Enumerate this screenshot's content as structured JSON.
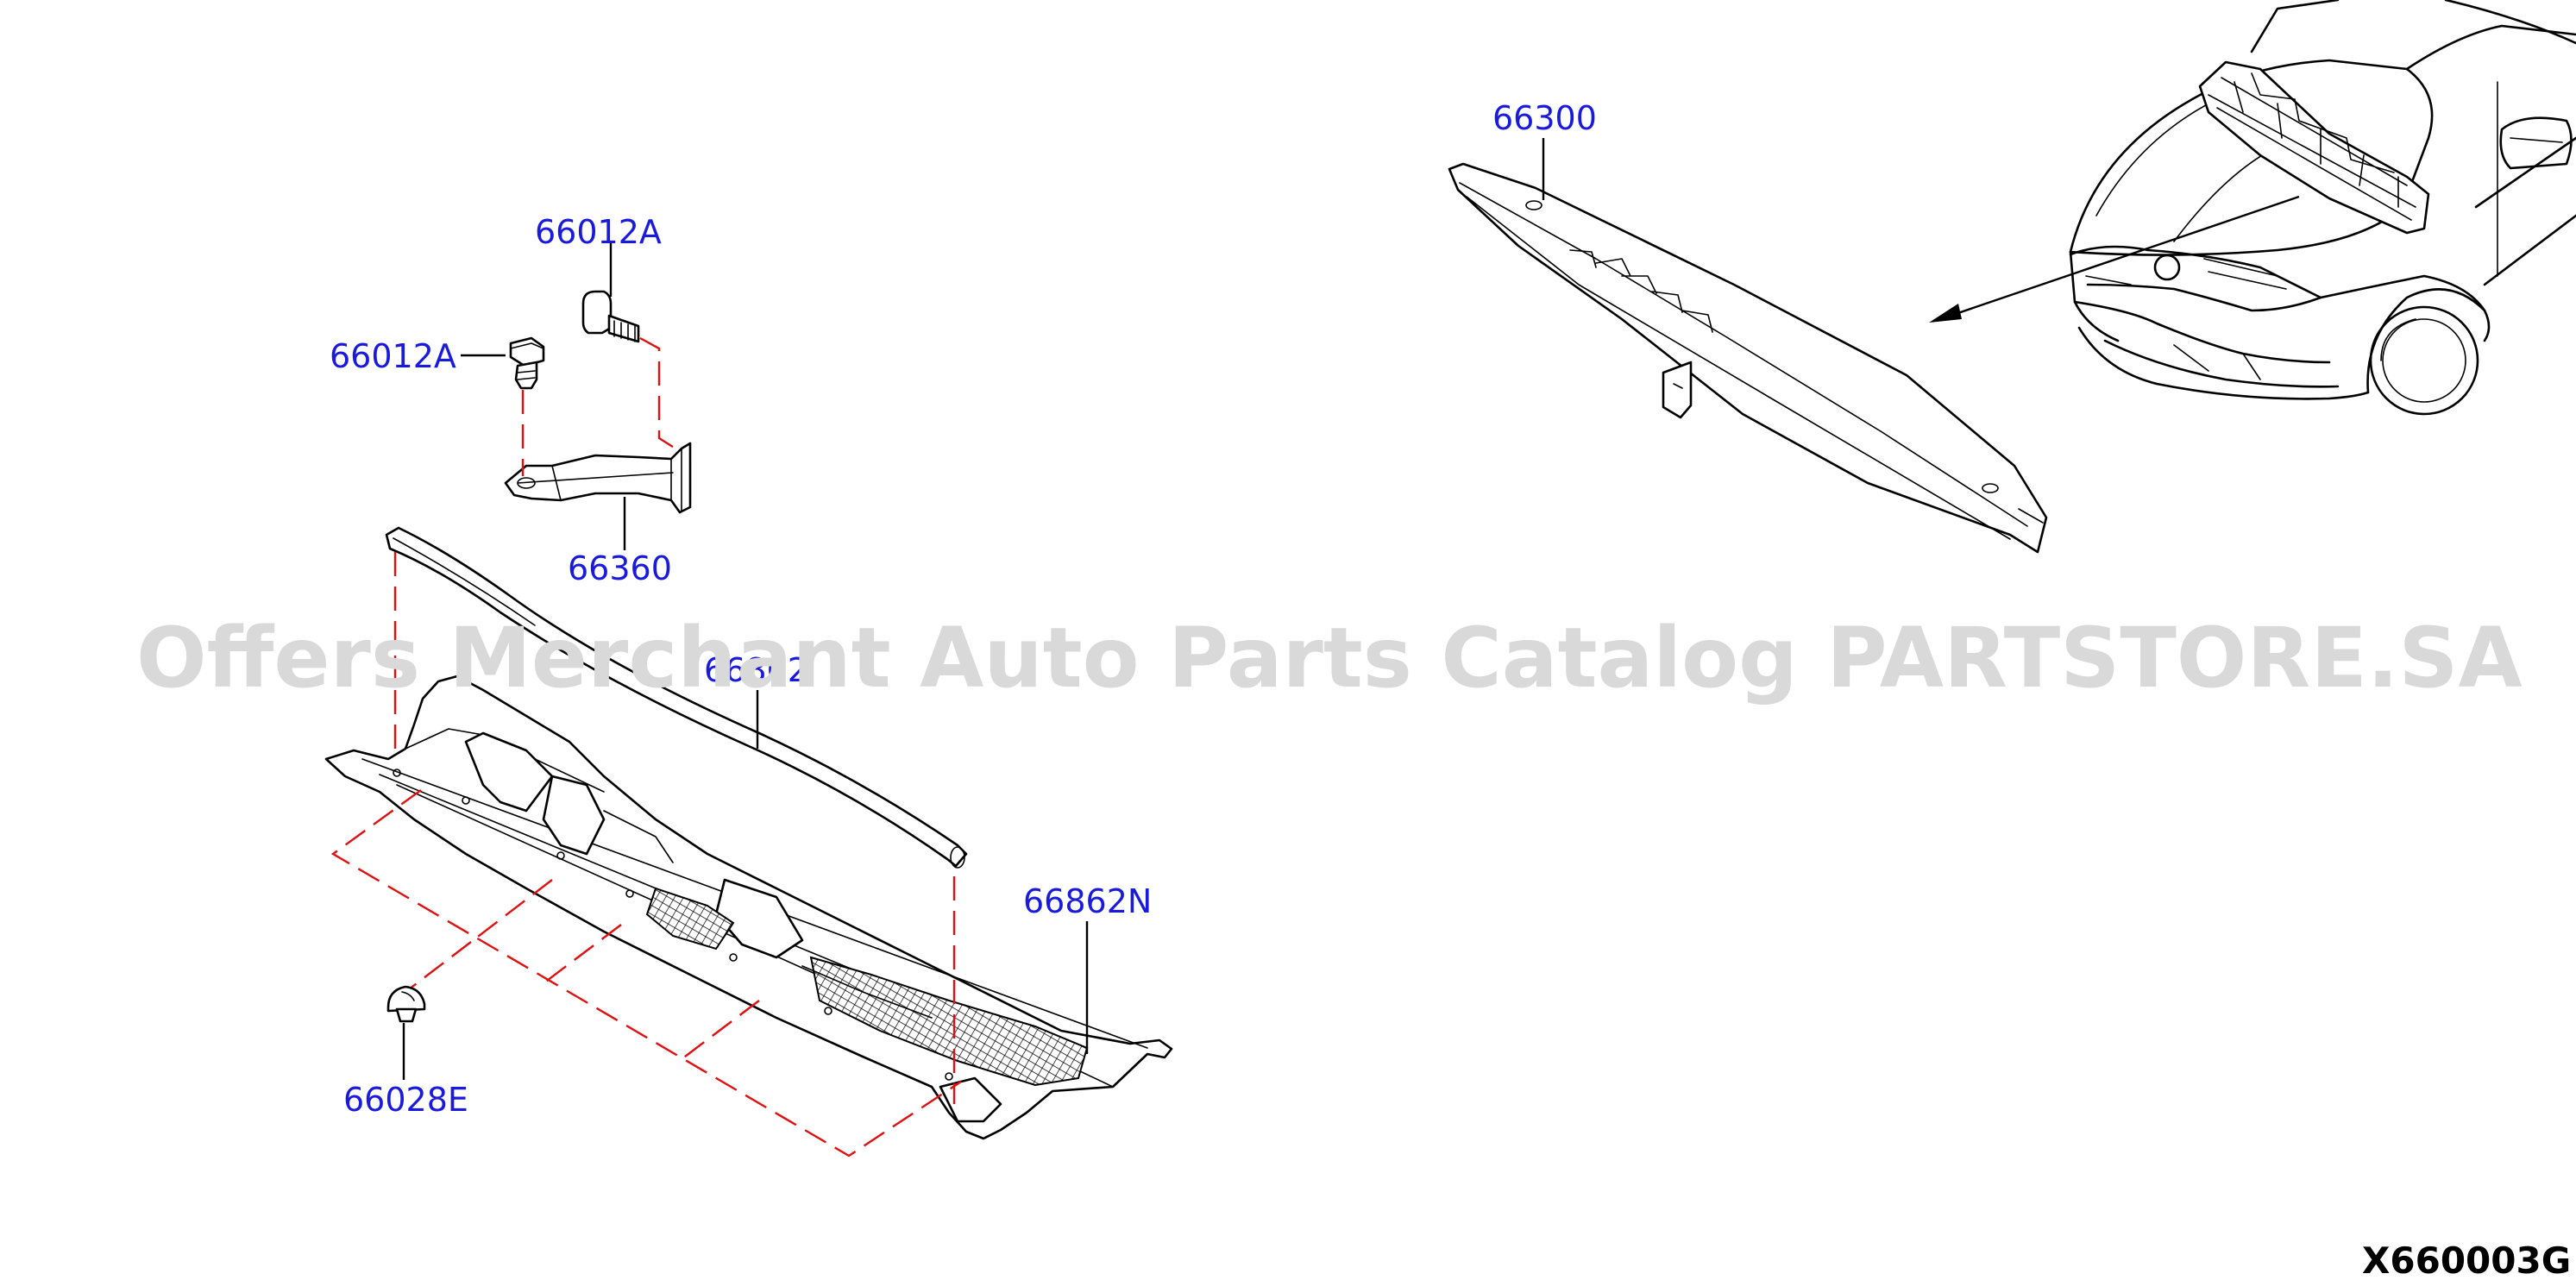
{
  "watermark": "Offers Merchant Auto Parts Catalog PARTSTORE.SA",
  "drawing_code": "X660003G",
  "part_labels": {
    "p66300": "66300",
    "p66012a_top": "66012A",
    "p66012a_left": "66012A",
    "p66360": "66360",
    "p66862": "66862",
    "p66862n": "66862N",
    "p66028e": "66028E"
  },
  "colors": {
    "label": "#1a1adc",
    "watermark": "#d9d9d9",
    "dash_line": "#e01010"
  }
}
